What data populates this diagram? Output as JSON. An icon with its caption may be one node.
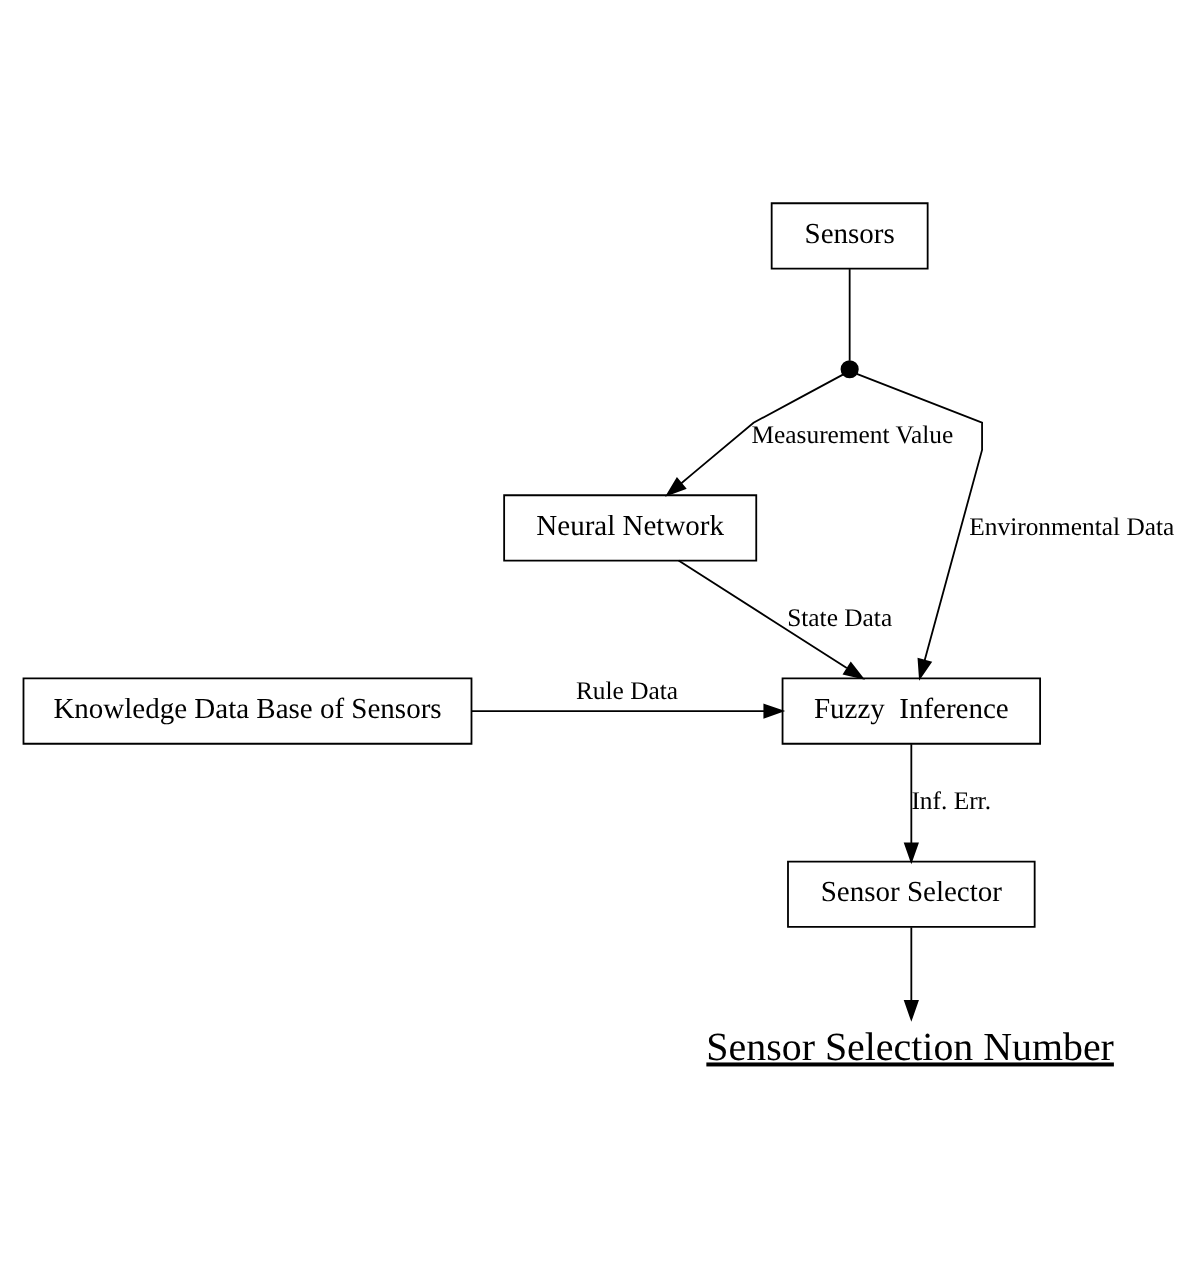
{
  "diagram": {
    "nodes": [
      {
        "text": [
          "Sensors"
        ]
      },
      {
        "text": [],
        "shape": "circle"
      },
      {
        "text": [
          "Neural Network"
        ]
      },
      {
        "text": [
          "Knowledge Data Base of Sensors"
        ]
      },
      {
        "text": [
          "Fuzzy  Inference"
        ]
      },
      {
        "text": [
          "Sensor Selector"
        ]
      },
      {
        "text": [
          "Sensor Selection Number"
        ]
      }
    ],
    "edges": [
      {
        "from": 0,
        "to": 1,
        "arrow": "none"
      },
      {
        "from": 1,
        "to": 2,
        "arrow": "to",
        "label": "Measurement Value"
      },
      {
        "from": 1,
        "to": 4,
        "arrow": "to",
        "label": "Environmental Data"
      },
      {
        "from": 2,
        "to": 4,
        "arrow": "to",
        "label": "State Data"
      },
      {
        "from": 3,
        "to": 4,
        "arrow": "to",
        "label": "Rule Data"
      },
      {
        "from": 4,
        "to": 5,
        "arrow": "to",
        "label": "Inf. Err."
      },
      {
        "from": 5,
        "to": 6,
        "arrow": "to"
      }
    ]
  }
}
